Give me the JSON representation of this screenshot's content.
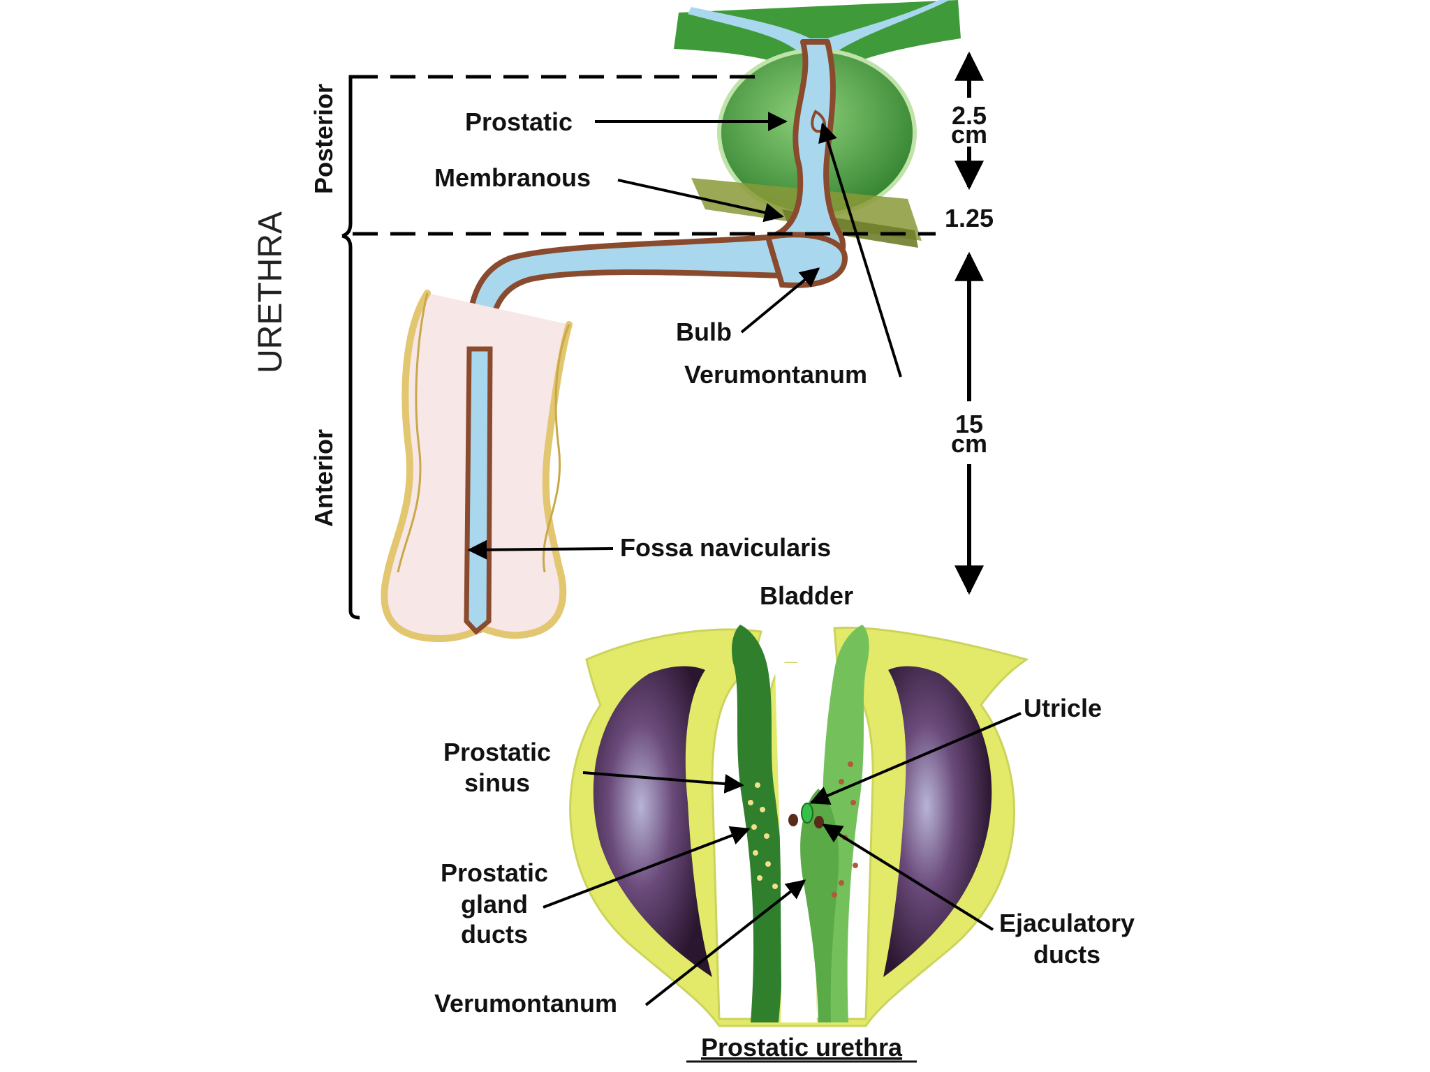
{
  "labels": {
    "urethra": "URETHRA",
    "posterior": "Posterior",
    "anterior": "Anterior",
    "prostatic": "Prostatic",
    "membranous": "Membranous",
    "bulb": "Bulb",
    "verumontanum_top": "Verumontanum",
    "fossa": "Fossa navicularis",
    "m_2_5": "2.5",
    "cm_1": "cm",
    "m_1_25": "1.25",
    "m_15": "15",
    "cm_2": "cm",
    "bladder": "Bladder",
    "utricle": "Utricle",
    "prostatic_sinus_1": "Prostatic",
    "prostatic_sinus_2": "sinus",
    "gland_1": "Prostatic",
    "gland_2": "gland",
    "gland_3": "ducts",
    "ejac_1": "Ejaculatory",
    "ejac_2": "ducts",
    "verumontanum_bottom": "Verumontanum",
    "caption": "Prostatic urethra"
  },
  "colors": {
    "mucosa_blue": "#a9d8ee",
    "wall_brown": "#8a4a2e",
    "prostate_green": "#3f9a3a",
    "prostate_green_light": "#74c15c",
    "yellow_tissue": "#e3ea6a",
    "purple_lobe": "#3b2344",
    "penis_outline": "#e2c670",
    "penis_fill": "#f7e7e6",
    "muscle": "#8a9a3a"
  }
}
